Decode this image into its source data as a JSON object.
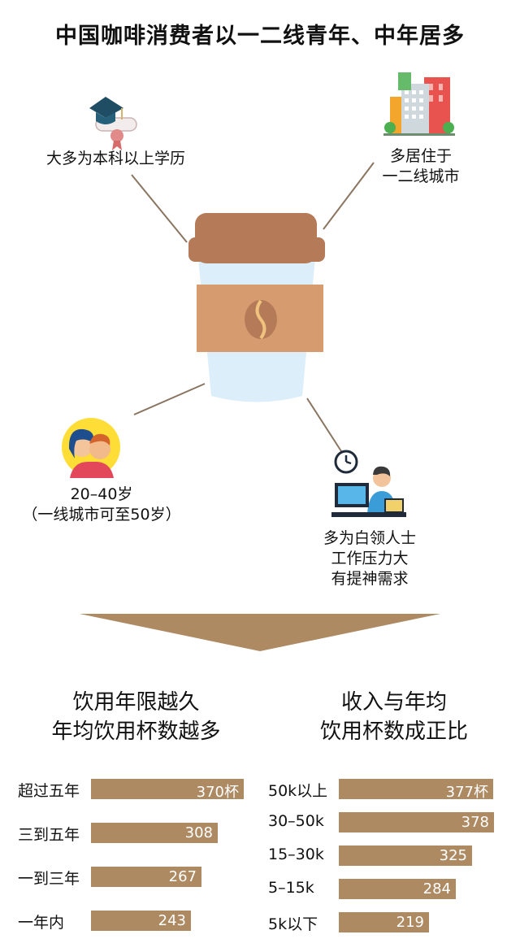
{
  "title": "中国咖啡消费者以一二线青年、中年居多",
  "features": {
    "education": {
      "text": "大多为本科以上学历",
      "icon": "graduation-cap-icon"
    },
    "city": {
      "line1": "多居住于",
      "line2": "一二线城市",
      "icon": "city-buildings-icon"
    },
    "age": {
      "line1": "20–40岁",
      "line2": "（一线城市可至50岁）",
      "icon": "couple-avatar-icon"
    },
    "work": {
      "line1": "多为白领人士",
      "line2": "工作压力大",
      "line3": "有提神需求",
      "icon": "office-worker-icon"
    }
  },
  "center_icon": "coffee-cup-icon",
  "arrow_icon": "down-arrow-icon",
  "colors": {
    "bar": "#ae8a63",
    "cup_brown": "#b57a57",
    "cup_sleeve": "#d69c6f",
    "cup_blue": "#dbeefa"
  },
  "chart_data": [
    {
      "type": "bar",
      "orientation": "horizontal",
      "title_line1": "饮用年限越久",
      "title_line2": "年均饮用杯数越多",
      "categories": [
        "超过五年",
        "三到五年",
        "一到三年",
        "一年内"
      ],
      "values": [
        370,
        308,
        267,
        243
      ],
      "value_labels": [
        "370杯",
        "308",
        "267",
        "243"
      ]
    },
    {
      "type": "bar",
      "orientation": "horizontal",
      "title_line1": "收入与年均",
      "title_line2": "饮用杯数成正比",
      "categories": [
        "50k以上",
        "30–50k",
        "15–30k",
        "5–15k",
        "5k以下"
      ],
      "values": [
        377,
        378,
        325,
        284,
        219
      ],
      "value_labels": [
        "377杯",
        "378",
        "325",
        "284",
        "219"
      ]
    }
  ]
}
